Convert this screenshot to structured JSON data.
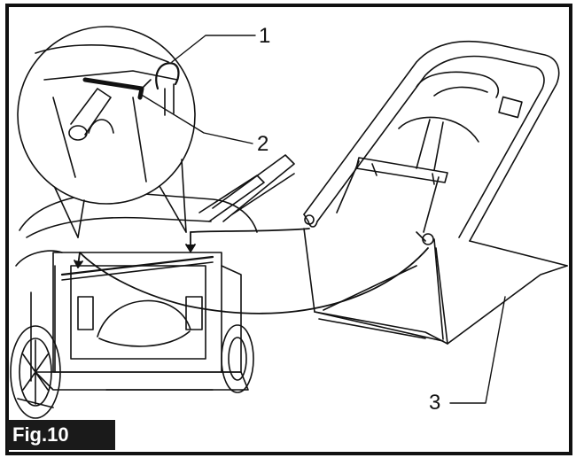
{
  "figure": {
    "label": "Fig.10"
  },
  "callouts": {
    "c1": "1",
    "c2": "2",
    "c3": "3"
  },
  "colors": {
    "ink": "#111111",
    "highlight": "#111111",
    "background": "#ffffff"
  }
}
